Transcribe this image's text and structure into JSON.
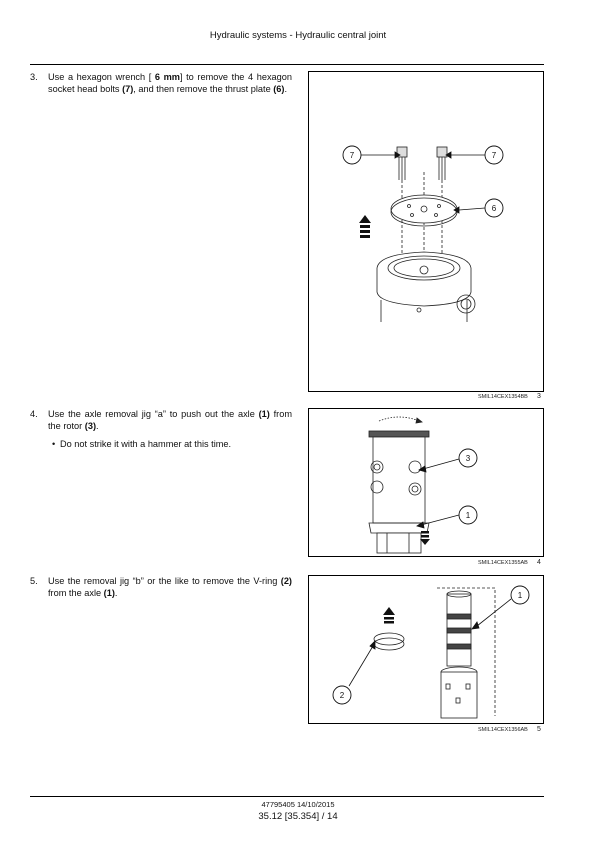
{
  "header": {
    "title": "Hydraulic systems - Hydraulic central joint"
  },
  "steps": [
    {
      "number": "3.",
      "parts": [
        {
          "t": "Use a hexagon wrench [ "
        },
        {
          "b": "6 mm"
        },
        {
          "t": "] to remove the 4 hexagon socket head bolts "
        },
        {
          "b": "(7)"
        },
        {
          "t": ", and then remove the thrust plate "
        },
        {
          "b": "(6)"
        },
        {
          "t": "."
        }
      ],
      "bullets": []
    },
    {
      "number": "4.",
      "parts": [
        {
          "t": "Use the axle removal jig “a” to push out the axle "
        },
        {
          "b": "(1)"
        },
        {
          "t": " from the rotor "
        },
        {
          "b": "(3)"
        },
        {
          "t": "."
        }
      ],
      "bullets": [
        "Do not strike it with a hammer at this time."
      ]
    },
    {
      "number": "5.",
      "parts": [
        {
          "t": "Use the removal jig “b” or the like to remove the V-ring "
        },
        {
          "b": "(2)"
        },
        {
          "t": " from the axle "
        },
        {
          "b": "(1)"
        },
        {
          "t": "."
        }
      ],
      "bullets": []
    }
  ],
  "figures": [
    {
      "caption": "SMIL14CEX1354BB",
      "number": "3",
      "callouts": [
        "7",
        "7",
        "6"
      ]
    },
    {
      "caption": "SMIL14CEX1355AB",
      "number": "4",
      "callouts": [
        "3",
        "1"
      ]
    },
    {
      "caption": "SMIL14CEX1356AB",
      "number": "5",
      "callouts": [
        "1",
        "2"
      ]
    }
  ],
  "footer": {
    "code": "47795405 14/10/2015",
    "page": "35.12 [35.354] / 14"
  }
}
